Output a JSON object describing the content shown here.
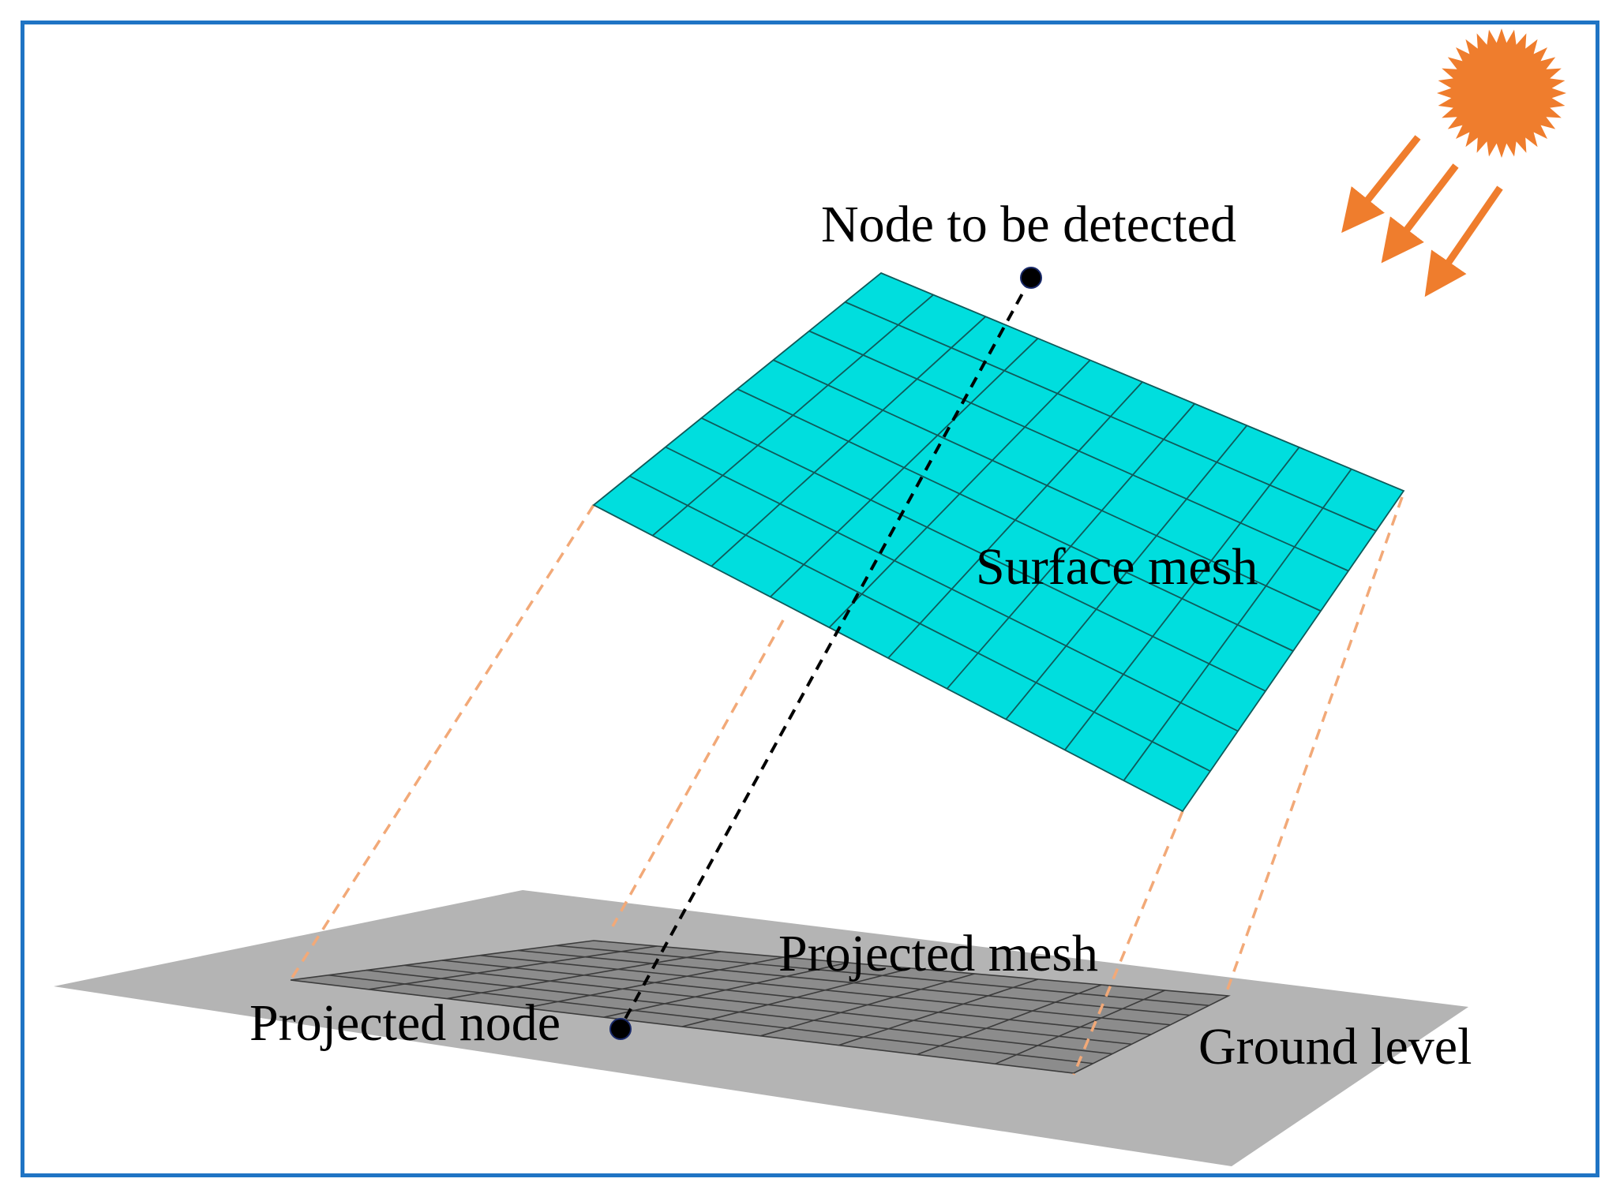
{
  "labels": {
    "node_to_be_detected": "Node to be detected",
    "surface_mesh": "Surface mesh",
    "projected_mesh": "Projected mesh",
    "projected_node": "Projected node",
    "ground_level": "Ground level"
  },
  "mesh": {
    "columns": 10,
    "rows": 8
  },
  "colors": {
    "frame": "#1f74c4",
    "surface_mesh": "#00dede",
    "ground": "#b4b4b4",
    "projected_mesh": "#8c8c8c",
    "sun": "#ef7d2d",
    "projection_lines": "#f2a978",
    "node": "#000000"
  },
  "icons": {
    "sun": "sun-icon",
    "rays": "sun-ray-arrow-icon"
  }
}
